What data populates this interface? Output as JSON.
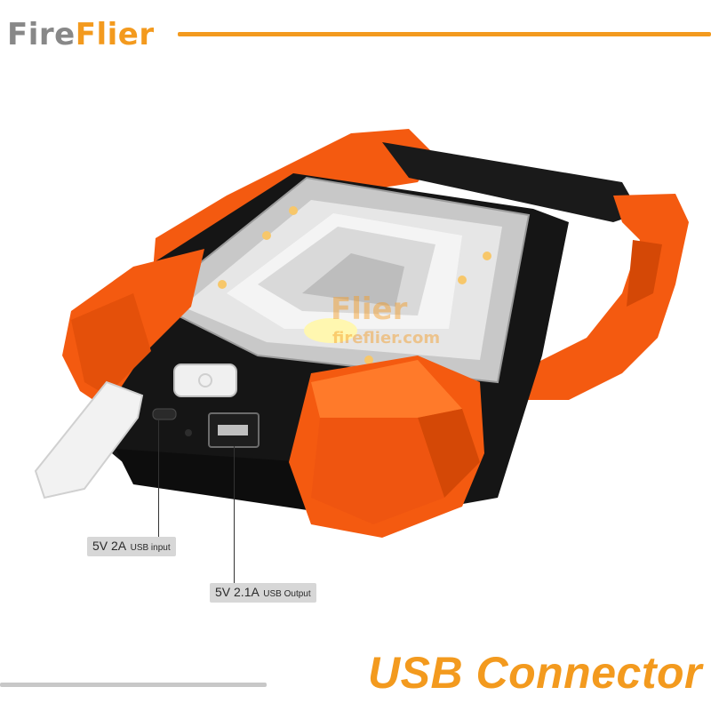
{
  "header": {
    "logo_part1": "Fire",
    "logo_part2": "Flier",
    "accent": "#f39a1e"
  },
  "watermark": {
    "brand": "Flier",
    "url": "fireflier.com"
  },
  "labels": {
    "input_value": "5V 2A",
    "input_text": "USB input",
    "output_value": "5V 2.1A",
    "output_text": "USB Output"
  },
  "footer": {
    "title": "USB Connector"
  },
  "colors": {
    "body_orange": "#f45a10",
    "black_housing": "#151515",
    "accent_orange": "#f39a1e"
  }
}
